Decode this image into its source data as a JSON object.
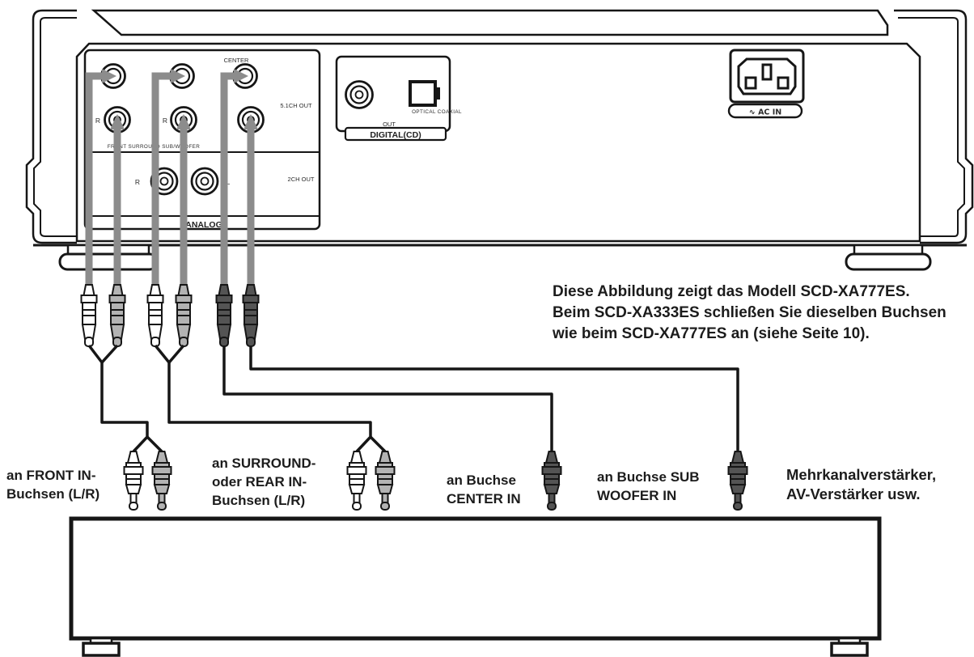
{
  "rear_panel": {
    "analog": {
      "section_label": "ANALOG",
      "center_jack_label": "CENTER",
      "jack_row_label": "FRONT SURROUND SUB/WOOFER",
      "multi_out_label": "5.1CH OUT",
      "stereo_out_label": "2CH OUT",
      "right_label": "R",
      "left_label": "L"
    },
    "digital": {
      "section_label": "DIGITAL(CD)",
      "connector_labels": "OPTICAL COAXIAL",
      "out_label": "OUT"
    },
    "power": {
      "ac_in_label": "∿ AC IN"
    }
  },
  "annotations": {
    "model_note": "Diese Abbildung zeigt das Modell SCD-XA777ES.\nBeim SCD-XA333ES schließen Sie dieselben Buchsen\nwie beim SCD-XA777ES an (siehe Seite 10).",
    "front_in": "an FRONT IN-\nBuchsen (L/R)",
    "surround_in": "an SURROUND-\noder REAR IN-\nBuchsen (L/R)",
    "center_in": "an Buchse\nCENTER IN",
    "subwoofer_in": "an Buchse SUB\nWOOFER IN",
    "amplifier": "Mehrkanalverstärker,\nAV-Verstärker usw."
  },
  "colors": {
    "cable_gray": "#8c8c8c",
    "plug_white": "#ffffff",
    "plug_light": "#b3b3b3",
    "plug_dark": "#545454",
    "outline": "#161616"
  }
}
